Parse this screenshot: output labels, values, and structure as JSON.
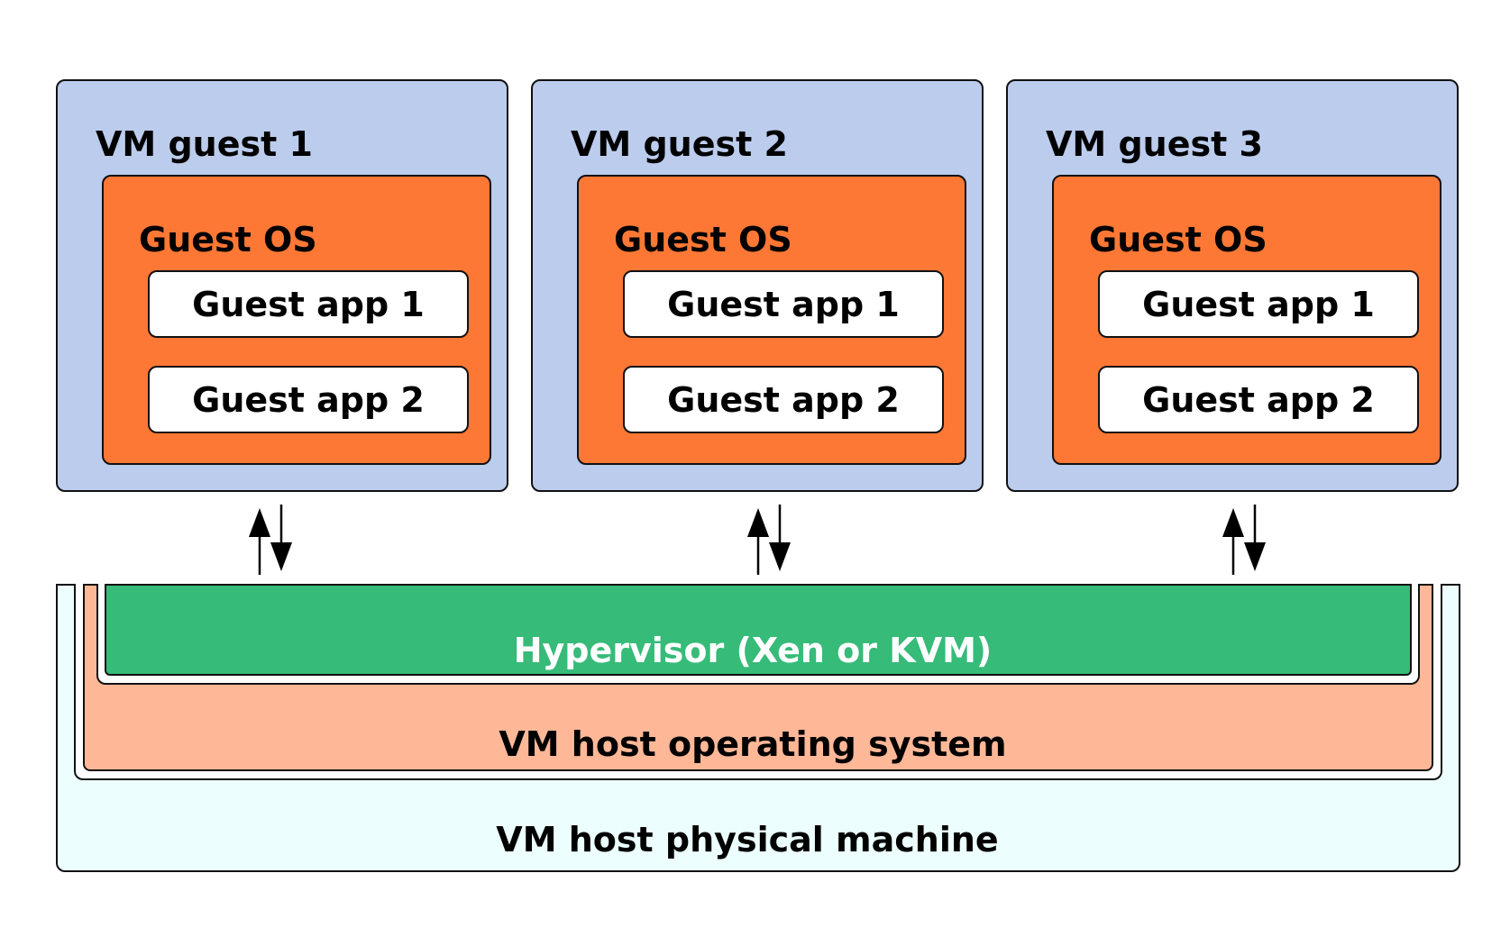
{
  "guests": [
    {
      "title": "VM guest 1",
      "os": "Guest OS",
      "apps": [
        "Guest app 1",
        "Guest app 2"
      ]
    },
    {
      "title": "VM guest 2",
      "os": "Guest OS",
      "apps": [
        "Guest app 1",
        "Guest app 2"
      ]
    },
    {
      "title": "VM guest 3",
      "os": "Guest OS",
      "apps": [
        "Guest app 1",
        "Guest app 2"
      ]
    }
  ],
  "layers": {
    "hypervisor": "Hypervisor (Xen or KVM)",
    "host_os": "VM host operating system",
    "physical": "VM host physical machine"
  },
  "colors": {
    "guest_bg": "#bccced",
    "os_bg": "#fe7835",
    "app_bg": "#ffffff",
    "hypervisor_bg": "#36bb78",
    "host_os_bg": "#feb897",
    "physical_bg": "#ecfefe"
  }
}
